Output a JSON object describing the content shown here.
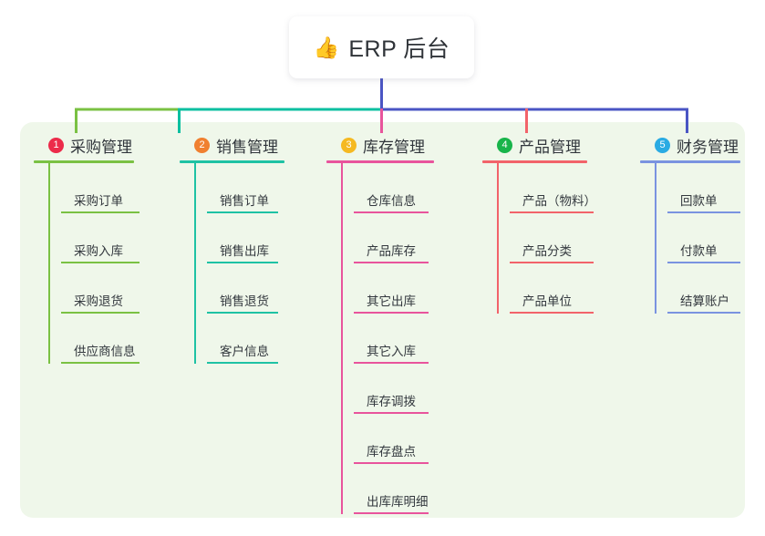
{
  "root": {
    "icon": "thumbs-up-icon",
    "emoji": "👍",
    "title": "ERP 后台"
  },
  "colors": {
    "panel_bg": "#eff7ea",
    "page_bg": "#ffffff",
    "root_text": "#2f3338",
    "bus_root": "#4a55c4",
    "bus_green": "#7ac143",
    "bus_teal": "#0bbfa0",
    "bus_indigo": "#4a55c4"
  },
  "branches": [
    {
      "number": "1",
      "label": "采购管理",
      "badge_color": "#ec2b4a",
      "line_color": "#7ac143",
      "items": [
        "采购订单",
        "采购入库",
        "采购退货",
        "供应商信息"
      ]
    },
    {
      "number": "2",
      "label": "销售管理",
      "badge_color": "#f08030",
      "line_color": "#1ec2a4",
      "items": [
        "销售订单",
        "销售出库",
        "销售退货",
        "客户信息"
      ]
    },
    {
      "number": "3",
      "label": "库存管理",
      "badge_color": "#f5b921",
      "line_color": "#e8549c",
      "items": [
        "仓库信息",
        "产品库存",
        "其它出库",
        "其它入库",
        "库存调拨",
        "库存盘点",
        "出库库明细"
      ]
    },
    {
      "number": "4",
      "label": "产品管理",
      "badge_color": "#18b44a",
      "line_color": "#f2636a",
      "items": [
        "产品（物料）",
        "产品分类",
        "产品单位"
      ]
    },
    {
      "number": "5",
      "label": "财务管理",
      "badge_color": "#2aabe3",
      "line_color": "#7a93e0",
      "items": [
        "回款单",
        "付款单",
        "结算账户"
      ]
    }
  ]
}
